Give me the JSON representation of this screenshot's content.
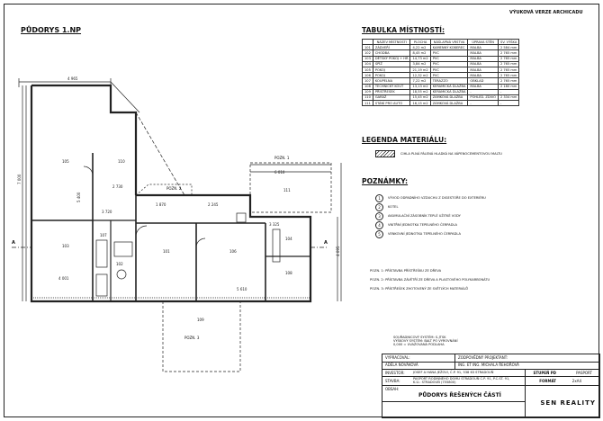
{
  "header": {
    "version_label": "VÝUKOVÁ VERZE ARCHICADU",
    "floor_plan_title": "PŮDORYS 1.NP"
  },
  "room_table": {
    "title": "TABULKA MÍSTNOSTÍ:",
    "columns": [
      "",
      "NÁZEV MÍSTNOSTI",
      "PLOCHA",
      "NÁŠLAPNÁ VRSTVA",
      "ÚPRAVA STĚN",
      "SV. VÝŠKA"
    ],
    "rows": [
      [
        "101",
        "ZÁDVEŘÍ",
        "4,22 m2",
        "KAMENNÝ KOBEREC",
        "MALBA",
        "2 584 mm"
      ],
      [
        "102",
        "CHODBA",
        "8,45 m2",
        "PVC",
        "MALBA",
        "2 765 mm"
      ],
      [
        "103",
        "DĚTSKÝ POKOJ + HR",
        "14,73 m2",
        "PVC",
        "MALBA",
        "2 765 mm"
      ],
      [
        "104",
        "SPÍŽ",
        "3,84 m2",
        "PVC",
        "MALBA",
        "2 765 mm"
      ],
      [
        "105",
        "POKOJ",
        "21,19 m2",
        "PVC",
        "MALBA",
        "2 765 mm"
      ],
      [
        "106",
        "POKOJ",
        "12,32 m2",
        "PVC",
        "MALBA",
        "2 765 mm"
      ],
      [
        "107",
        "KOUPELNA",
        "7,22 m2",
        "TERAZZO",
        "OBKLAD",
        "2 765 mm"
      ],
      [
        "108",
        "TECHNICKÝ KOUT",
        "13,13 m2",
        "KERAMICKÁ DLAŽBA",
        "MALBA",
        "2 180 mm"
      ],
      [
        "109",
        "PŘÍSTŘEŠEK",
        "18,55 m2",
        "KERAMICKÁ DLAŽBA",
        "-",
        "-"
      ],
      [
        "110",
        "GARÁŽ",
        "15,45 m2",
        "ZÁMKOVÁ DLAŽBA",
        "POHLED. ZDIVO",
        "2 334 mm"
      ],
      [
        "111",
        "STÁNÍ PRO AUTO",
        "16,15 m2",
        "ZÁMKOVÁ DLAŽBA",
        "-",
        "-"
      ]
    ]
  },
  "legend": {
    "title": "LEGENDA MATERIÁLU:",
    "items": [
      {
        "label": "CIHLA PLNÁ PÁLENÁ HLADKÁ NA VÁPENOCEMENTOVOU MALTU"
      }
    ]
  },
  "notes": {
    "title": "POZNÁMKY:",
    "items": [
      {
        "mark": "1",
        "text": "VÝVOD ODPADNÍHO VZDUCHU Z DIGESTOŘE DO EXTERIÉRU"
      },
      {
        "mark": "2",
        "text": "KOTEL"
      },
      {
        "mark": "3",
        "text": "AKUMULAČNÍ ZÁSOBNÍK TEPLÉ UŽITKÉ VODY"
      },
      {
        "mark": "4",
        "text": "VNITŘNÍ JEDNOTKA TEPELNÉHO ČERPADLA"
      },
      {
        "mark": "5",
        "text": "VENKOVNÍ JEDNOTKA TEPELNÉHO ČERPADLA"
      }
    ],
    "pozn": [
      "POZN. 1: PŘÍSTAVBA PŘÍSTŘEŠKU ZE DŘEVA",
      "POZN. 2: PŘÍSTAVBA ZÁVĚTŘÍ ZE DŘEVA A PLASTOVÉHO POLYKARBONÁTU",
      "POZN. 3: PŘÍSTŘEŠEK ZHOTOVENÝ ZE SVĚTLÝCH MATERIÁLŮ"
    ]
  },
  "coordinate_info": [
    "SOUŘADNICOVÝ SYSTÉM: S-JTSK",
    "VÝŠKOVÝ SYSTÉM: BALT PO VYROVNÁNÍ",
    "0,000 = UVAŽOVANÁ PODLAHA"
  ],
  "title_block": {
    "vypracoval_label": "VYPRACOVAL:",
    "vypracoval_value": "ADÉLA NOVÁKOVÁ",
    "zodpovedny_label": "ZODPOVĚDNÝ PROJEKTANT:",
    "zodpovedny_value": "ING. ET ING. MICHALA ŘEHOŘOVÁ",
    "investor_label": "INVESTOR:",
    "investor_value": "JOSEF A HANA JEŽOVI, Č.P. 91, 538 63 STRADOUŇ",
    "stavba_label": "STAVBA:",
    "stavba_value_1": "PASPORT RODINNÉHO DOMU STRADOUŇ Č.P. 91, P.Č.ST. 91,",
    "stavba_value_2": "K.Ú.: STRADOUŇ (755800)",
    "obsah_label": "OBSAH:",
    "obsah_value": "PŮDORYS ŘEŠENÝCH ČÁSTÍ",
    "stupen_label": "STUPEŇ PD",
    "stupen_value": "PASPORT",
    "format_label": "FORMÁT",
    "format_value": "2xA4",
    "logo_text": "SEN REALITY"
  },
  "plan_labels": {
    "section_a_left": "A",
    "section_a_right": "A",
    "pozn2": "POZN. 2",
    "pozn3": "POZN. 3",
    "pozn1": "POZN. 1",
    "dims": [
      "4 965",
      "6 010",
      "5 400",
      "5 610",
      "4 001",
      "3 720",
      "7 000",
      "1 870",
      "2 245",
      "3 325",
      "2 730",
      "4 095"
    ],
    "rooms": [
      "101",
      "102",
      "103",
      "104",
      "105",
      "106",
      "107",
      "108",
      "109",
      "110",
      "111"
    ]
  }
}
